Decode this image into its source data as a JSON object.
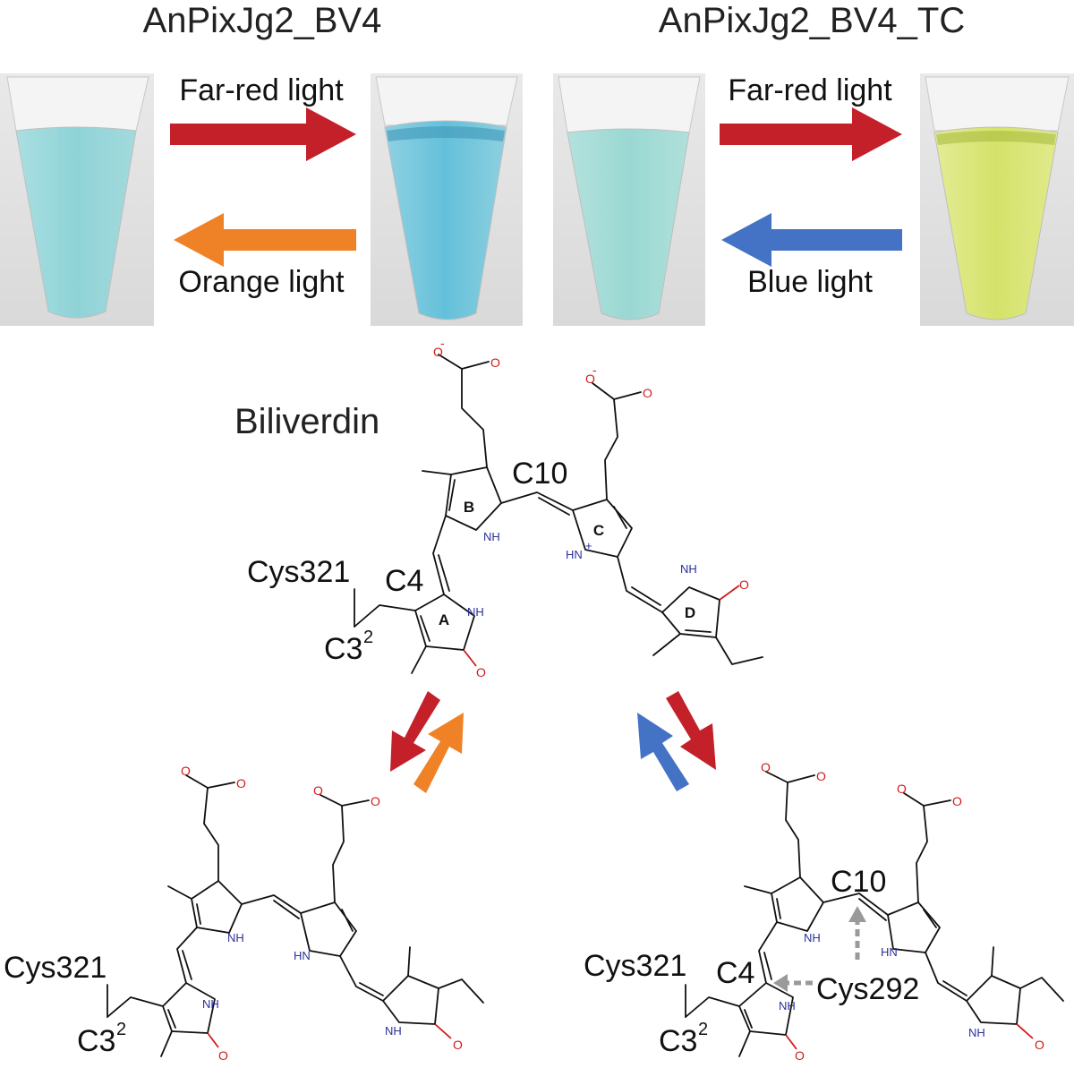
{
  "titles": {
    "left": "AnPixJg2_BV4",
    "right": "AnPixJg2_BV4_TC"
  },
  "arrows": {
    "left_forward": "Far-red light",
    "left_back": "Orange light",
    "right_forward": "Far-red light",
    "right_back": "Blue light"
  },
  "molecule": {
    "name": "Biliverdin",
    "rings": [
      "A",
      "B",
      "C",
      "D"
    ],
    "labels": {
      "c10": "C10",
      "c4": "C4",
      "cys321": "Cys321",
      "c32": "C3",
      "superscript_2": "2",
      "cys292": "Cys292"
    },
    "atoms": {
      "nh": "NH",
      "hn_plus": "HN",
      "plus": "+",
      "o": "O",
      "o_minus": "O",
      "minus": "-"
    }
  },
  "colors": {
    "far_red": "#c3202a",
    "orange": "#ef8226",
    "blue": "#4472c4",
    "dashed": "#9a9a9a",
    "tube_cyan": "#8fd3d7",
    "tube_blue": "#6cc6dc",
    "tube_yellow": "#dde77a"
  }
}
